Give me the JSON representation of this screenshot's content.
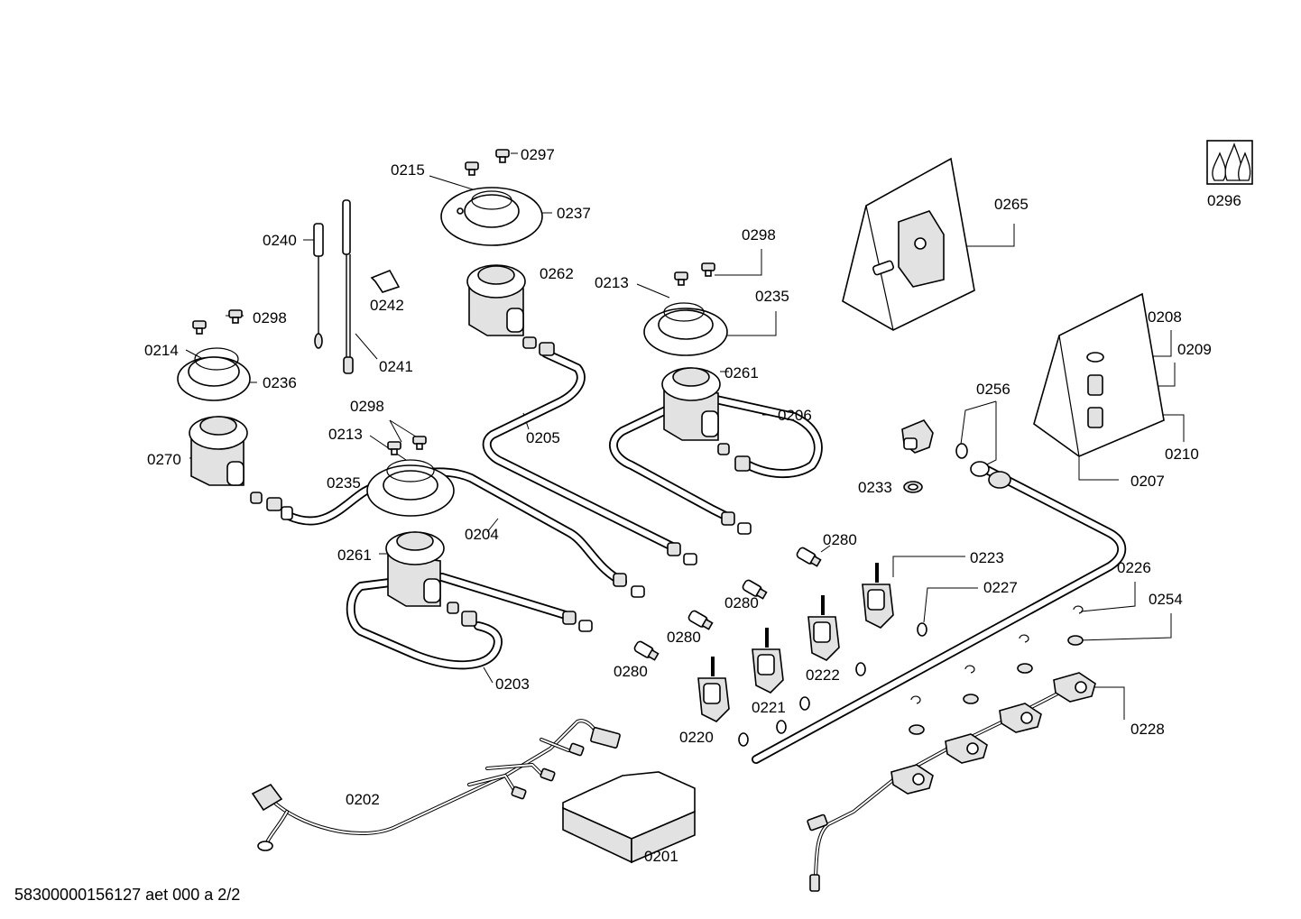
{
  "labels": {
    "p0201": "0201",
    "p0202": "0202",
    "p0203": "0203",
    "p0204": "0204",
    "p0205": "0205",
    "p0206": "0206",
    "p0207": "0207",
    "p0208": "0208",
    "p0209": "0209",
    "p0210": "0210",
    "p0213": "0213",
    "p0214": "0214",
    "p0215": "0215",
    "p0220": "0220",
    "p0221": "0221",
    "p0222": "0222",
    "p0223": "0223",
    "p0226": "0226",
    "p0227": "0227",
    "p0228": "0228",
    "p0233": "0233",
    "p0235": "0235",
    "p0236": "0236",
    "p0237": "0237",
    "p0240": "0240",
    "p0241": "0241",
    "p0242": "0242",
    "p0254": "0254",
    "p0256": "0256",
    "p0261": "0261",
    "p0262": "0262",
    "p0265": "0265",
    "p0270": "0270",
    "p0280": "0280",
    "p0296": "0296",
    "p0297": "0297",
    "p0298": "0298"
  },
  "footer": "58300000156127 aet 000 a 2/2",
  "icons": [
    "burner-flame-icon"
  ]
}
